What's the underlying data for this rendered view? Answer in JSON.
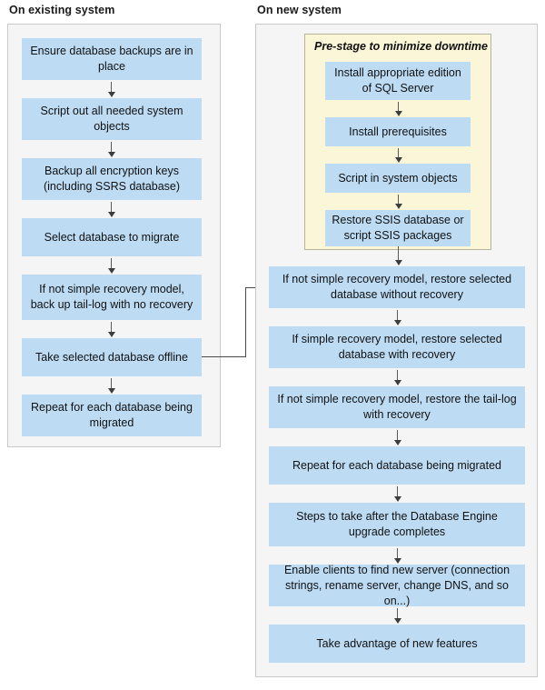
{
  "diagram": {
    "title": "SQL Server migration flowchart",
    "colors": {
      "node_fill": "#bddcf4",
      "panel_fill": "#f5f5f5",
      "panel_border": "#c9c9c9",
      "prestage_fill": "#fcf6d9",
      "prestage_border": "#b9b198",
      "connector": "#4a4a4a",
      "text": "#111111"
    }
  },
  "left_panel": {
    "label": "On existing system",
    "nodes": [
      {
        "id": "ensure-backups",
        "text": "Ensure database backups are in place"
      },
      {
        "id": "script-objects",
        "text": "Script out all needed system objects"
      },
      {
        "id": "backup-keys",
        "text": "Backup all encryption keys (including SSRS database)"
      },
      {
        "id": "select-database",
        "text": "Select database to migrate"
      },
      {
        "id": "backup-tail-log",
        "text": "If not simple recovery model, back up tail-log with no recovery"
      },
      {
        "id": "take-offline",
        "text": "Take selected database offline"
      },
      {
        "id": "repeat-each-db",
        "text": "Repeat for each database being migrated"
      }
    ]
  },
  "right_panel": {
    "label": "On new system",
    "prestage": {
      "title": "Pre-stage to minimize downtime",
      "nodes": [
        {
          "id": "install-edition",
          "text": "Install appropriate edition of SQL Server"
        },
        {
          "id": "install-prereqs",
          "text": "Install prerequisites"
        },
        {
          "id": "script-in-objects",
          "text": "Script in system objects"
        },
        {
          "id": "restore-ssis",
          "text": "Restore SSIS database or script SSIS packages"
        }
      ]
    },
    "nodes": [
      {
        "id": "restore-without-recovery",
        "text": "If not simple recovery model, restore selected database without recovery"
      },
      {
        "id": "restore-with-recovery",
        "text": "If simple recovery model, restore selected database with recovery"
      },
      {
        "id": "restore-tail-log",
        "text": "If not simple recovery model, restore the tail-log with recovery"
      },
      {
        "id": "repeat-each-db",
        "text": "Repeat for each database being migrated"
      },
      {
        "id": "post-upgrade-steps",
        "text": "Steps to take after the Database Engine upgrade completes"
      },
      {
        "id": "enable-clients",
        "text": "Enable clients to find new server (connection strings, rename server, change DNS, and so on...)"
      },
      {
        "id": "new-features",
        "text": "Take advantage of new features"
      }
    ]
  },
  "cross_connector": {
    "from": "take-offline",
    "to": "restore-without-recovery"
  }
}
